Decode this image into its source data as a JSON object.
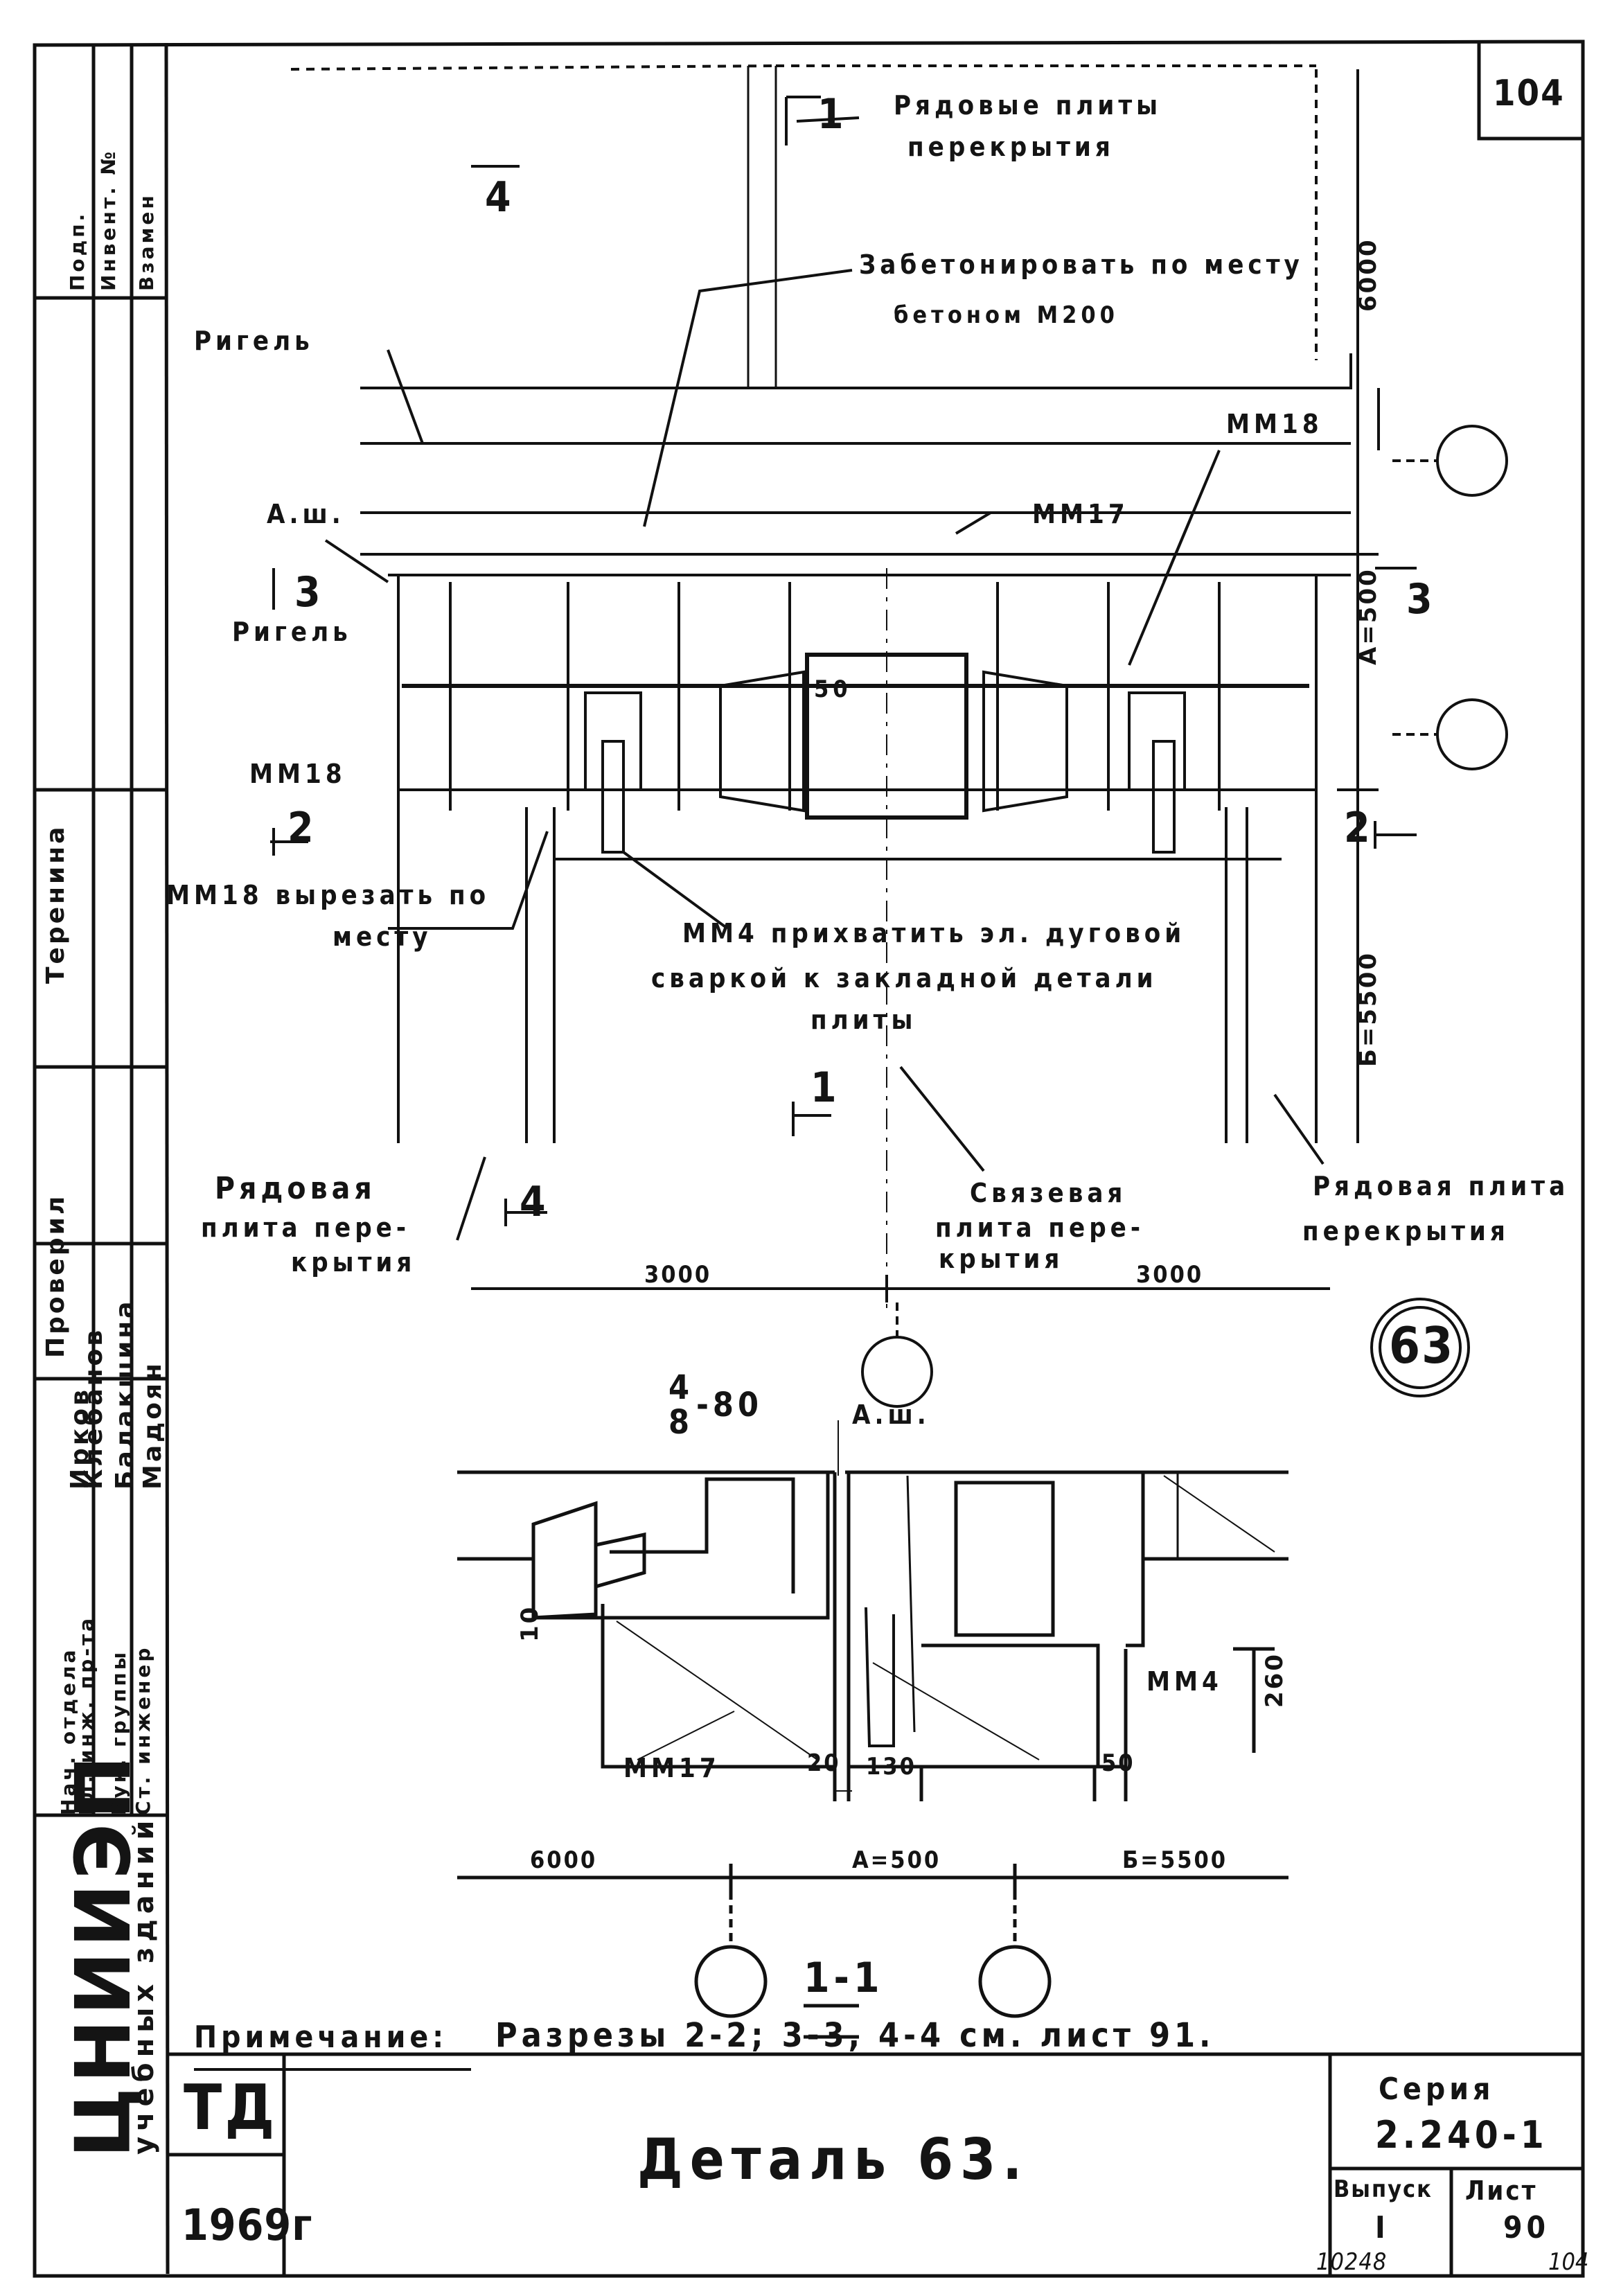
{
  "sheet_number_top": "104",
  "labels": {
    "row_slabs": [
      "Рядовые плиты",
      "перекрытия"
    ],
    "concrete_note": [
      "Забетонировать по месту",
      "бетоном М200"
    ],
    "rigel_top": "Ригель",
    "rigel_left": "Ригель",
    "mm18_top": "ММ18",
    "mm17_top": "ММ17",
    "axis_sh_top": "А.ш.",
    "mm18_left": "ММ18",
    "mm18_cut": [
      "ММ18 вырезать по",
      "месту"
    ],
    "mm4_note": [
      "ММ4 прихватить эл. дуговой",
      "сваркой к закладной детали",
      "плиты"
    ],
    "row_slab_left": [
      "Рядовая",
      "плита пере-",
      "крытия"
    ],
    "tie_slab": [
      "Связевая",
      "плита пере-",
      "крытия"
    ],
    "row_slab_right": [
      "Рядовая плита",
      "перекрытия"
    ],
    "mark_50": "50"
  },
  "section_marks": {
    "s1": "1",
    "s2": "2",
    "s3": "3",
    "s4": "4",
    "section_title": "1-1",
    "mark_4_8": [
      "4",
      "8",
      "-80"
    ]
  },
  "dimensions": {
    "top_6000": "6000",
    "top_a500": "А=500",
    "top_b5500": "Б=5500",
    "mid_3000_left": "3000",
    "mid_3000_right": "3000",
    "sec_10": "10",
    "sec_260": "260",
    "sec_20": "20",
    "sec_130": "130",
    "sec_50": "50",
    "bot_6000": "6000",
    "bot_a500": "А=500",
    "bot_b5500": "Б=5500"
  },
  "section_labels": {
    "axis_sh": "А.ш.",
    "mm4": "ММ4",
    "mm17": "ММ17"
  },
  "detail_number": "63",
  "note": {
    "label": "Примечание:",
    "text": "Разрезы 2-2; 3-3, 4-4 см. лист 91."
  },
  "title_block": {
    "td": "ТД",
    "year": "1969г",
    "title": "Деталь 63.",
    "series_label": "Серия",
    "series_value": "2.240-1",
    "issue_label": "Выпуск",
    "issue_value": "I",
    "sheet_label": "Лист",
    "sheet_value": "90",
    "stamp": "10248",
    "bottom_number": "104"
  },
  "side_block": {
    "org": "ЦНИИЭП",
    "org_sub": "учебных зданий",
    "roles": [
      "Нач. отдела",
      "Гл. инж. пр-та",
      "Рук. группы",
      "Ст. инженер"
    ],
    "names": [
      "Ирков",
      "Клебанов",
      "Балакшина",
      "Мадоян"
    ],
    "checked": "Проверил",
    "checker": "Теренина",
    "top_cols": [
      "Подп.",
      "Инвент. №",
      "Взамен"
    ]
  }
}
